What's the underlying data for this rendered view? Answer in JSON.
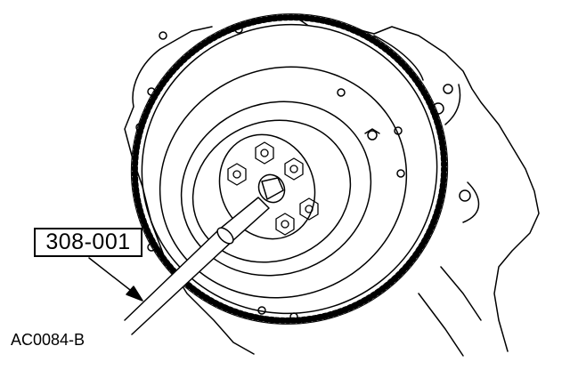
{
  "callout": {
    "tool_number": "308-001"
  },
  "figure": {
    "id": "AC0084-B"
  },
  "colors": {
    "line": "#000000",
    "background": "#ffffff"
  },
  "icons": [
    "flywheel-drawing",
    "ring-gear-teeth",
    "torque-wrench-icon",
    "socket-icon",
    "leader-arrow-icon"
  ]
}
